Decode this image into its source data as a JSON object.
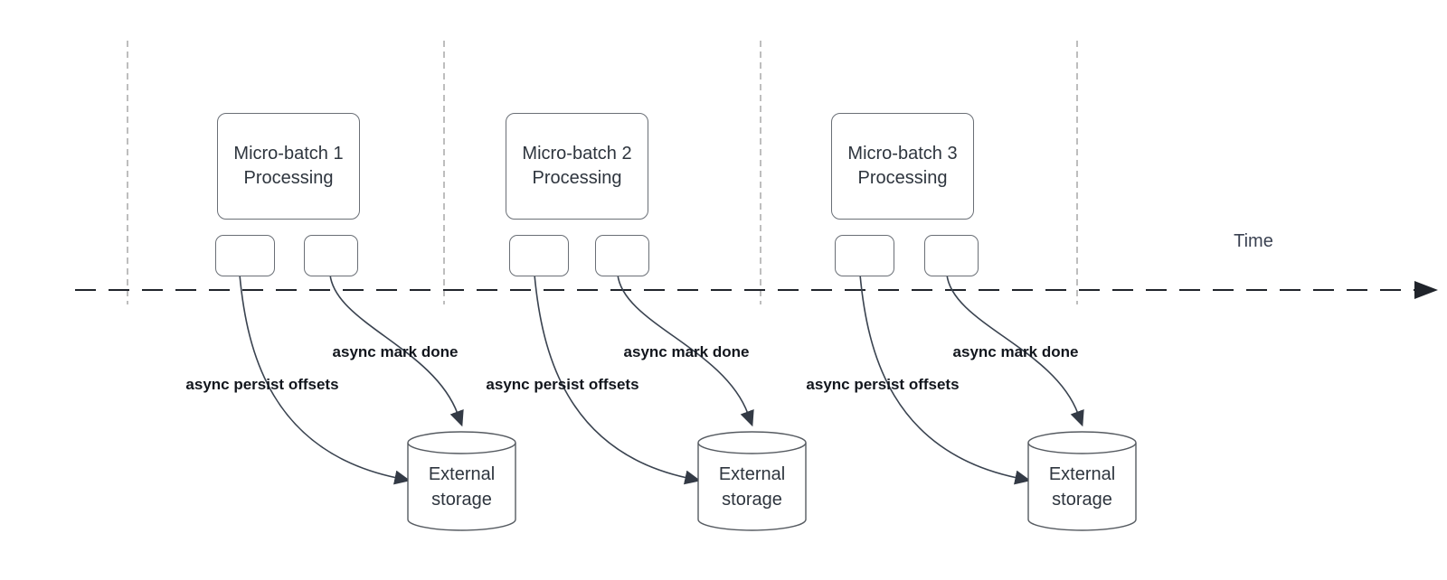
{
  "diagram": {
    "time_axis_label": "Time",
    "groups": [
      {
        "batch_title_line1": "Micro-batch 1",
        "batch_title_line2": "Processing",
        "persist_label": "async persist offsets",
        "mark_done_label": "async mark done",
        "storage_line1": "External",
        "storage_line2": "storage"
      },
      {
        "batch_title_line1": "Micro-batch 2",
        "batch_title_line2": "Processing",
        "persist_label": "async persist offsets",
        "mark_done_label": "async mark done",
        "storage_line1": "External",
        "storage_line2": "storage"
      },
      {
        "batch_title_line1": "Micro-batch 3",
        "batch_title_line2": "Processing",
        "persist_label": "async persist offsets",
        "mark_done_label": "async mark done",
        "storage_line1": "External",
        "storage_line2": "storage"
      }
    ],
    "colors": {
      "timeline_arrow": "#20242b",
      "lane_divider": "#a9a9a9",
      "connector_arrow": "#3a4350",
      "shape_border": "#6a6f76",
      "shape_text": "#2e353e",
      "edge_label_text": "#12161d",
      "background": "#ffffff"
    }
  }
}
